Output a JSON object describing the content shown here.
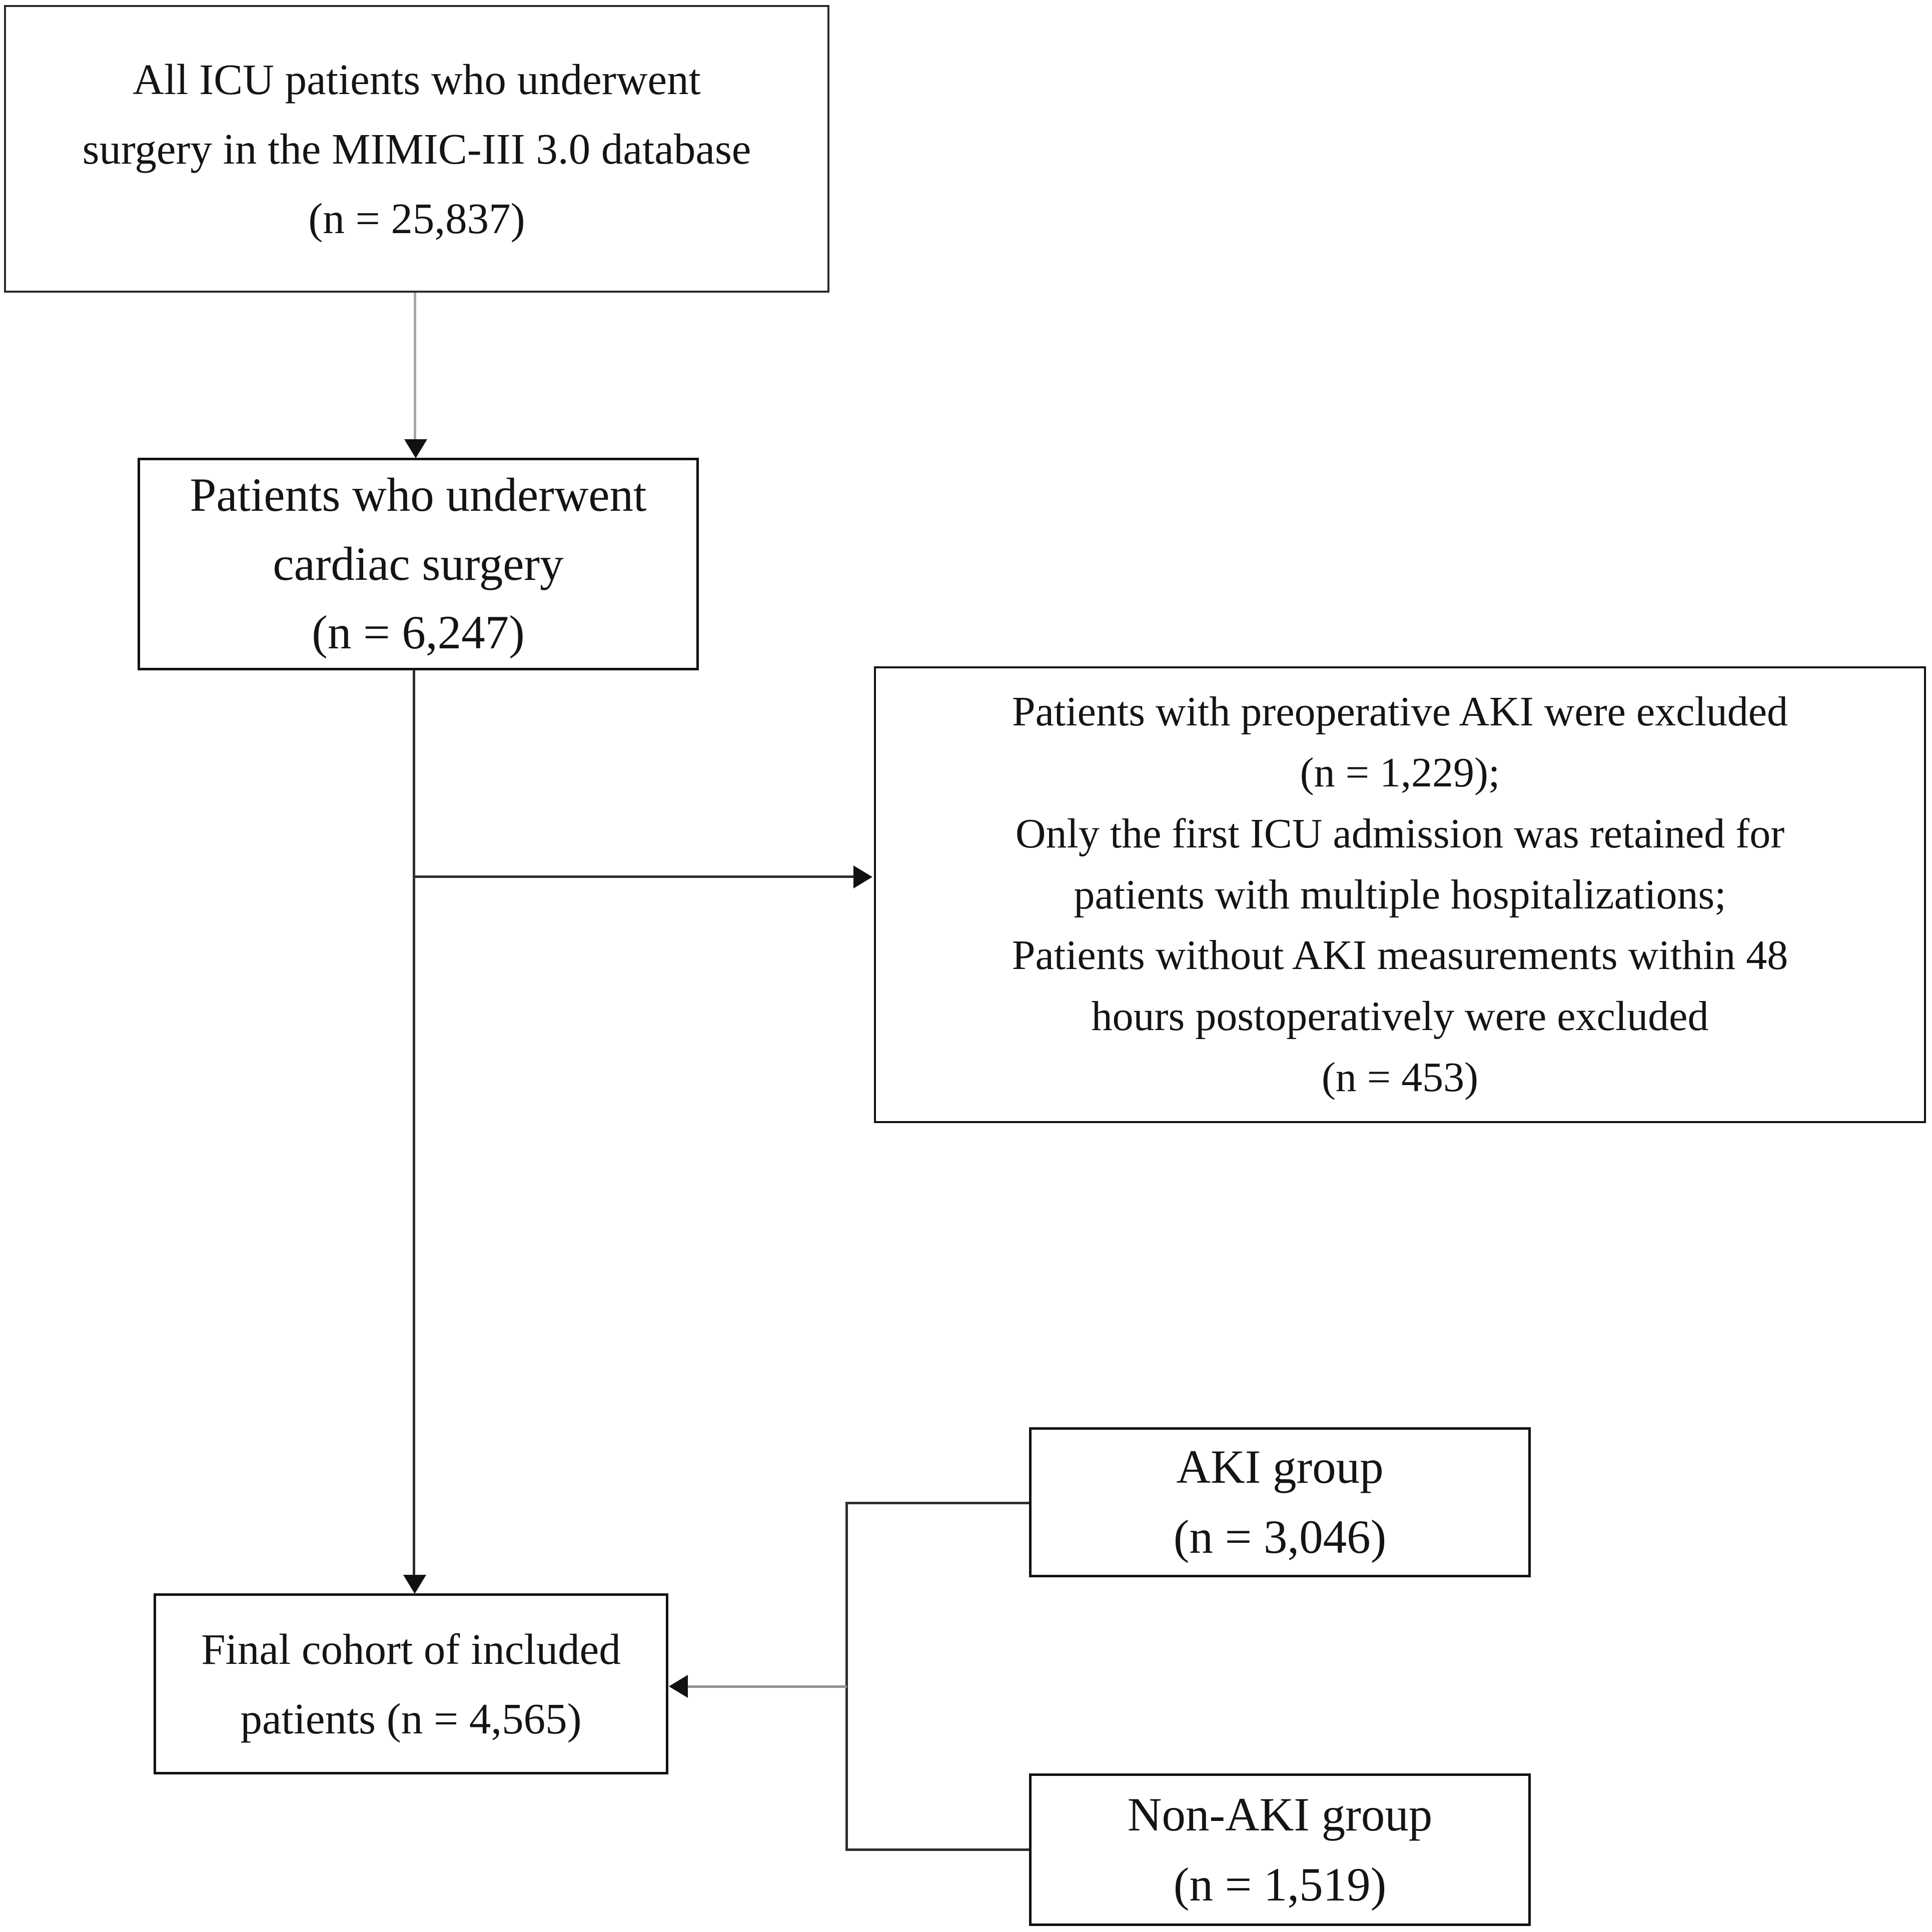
{
  "boxes": {
    "all_icu": {
      "lines": [
        "All ICU patients who underwent",
        "surgery in the MIMIC-III 3.0 database",
        "(n = 25,837)"
      ]
    },
    "cardiac": {
      "lines": [
        "Patients who underwent",
        "cardiac surgery",
        "(n = 6,247)"
      ]
    },
    "exclusions": {
      "lines": [
        "Patients with preoperative AKI were excluded",
        "(n = 1,229);",
        "Only the first ICU admission was retained for",
        "patients with multiple hospitalizations;",
        "Patients without AKI measurements within 48",
        "hours postoperatively were excluded",
        "(n = 453)"
      ]
    },
    "aki_group": {
      "lines": [
        "AKI group",
        "(n = 3,046)"
      ]
    },
    "final_cohort": {
      "lines": [
        "Final cohort of included",
        "patients (n = 4,565)"
      ]
    },
    "non_aki_group": {
      "lines": [
        "Non-AKI group",
        "(n = 1,519)"
      ]
    }
  },
  "colors": {
    "background": "#ffffff",
    "box_border": "#111111",
    "box1_border": "#2a2a2a",
    "text": "#141414",
    "connector_dark": "#2e2e2e",
    "connector_light": "#a6a6a6",
    "connector_mid": "#8f8f8f"
  }
}
